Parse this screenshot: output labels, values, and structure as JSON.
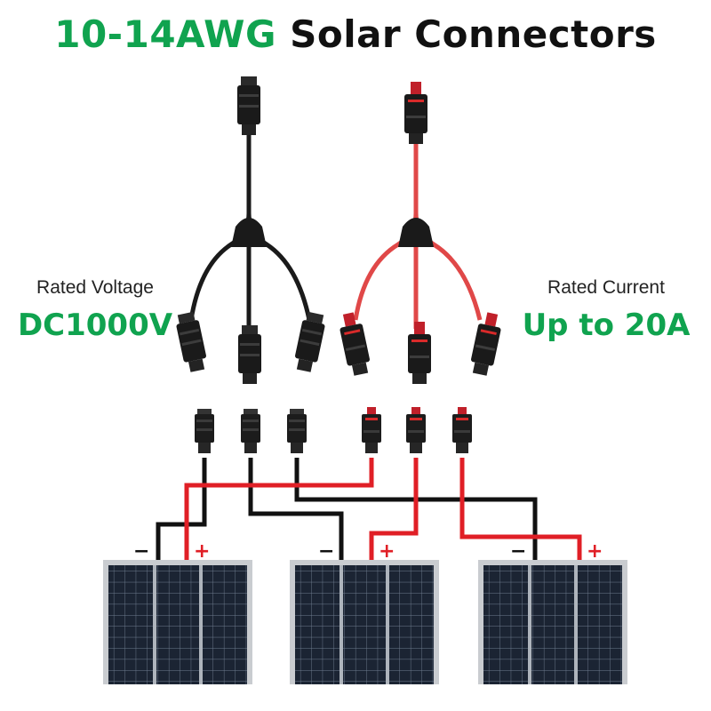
{
  "title": {
    "part_green": "10-14AWG",
    "part_black": "Solar Connectors"
  },
  "left_spec": {
    "label": "Rated Voltage",
    "value": "DC1000V"
  },
  "right_spec": {
    "label": "Rated Current",
    "value": "Up to 20A"
  },
  "polarity": {
    "negative": "−",
    "positive": "+"
  },
  "colors": {
    "accent_green": "#10a34f",
    "negative_wire": "#111111",
    "positive_wire": "#e01f26",
    "panel_cell": "#1b2433",
    "panel_frame": "#c9ccd0"
  }
}
